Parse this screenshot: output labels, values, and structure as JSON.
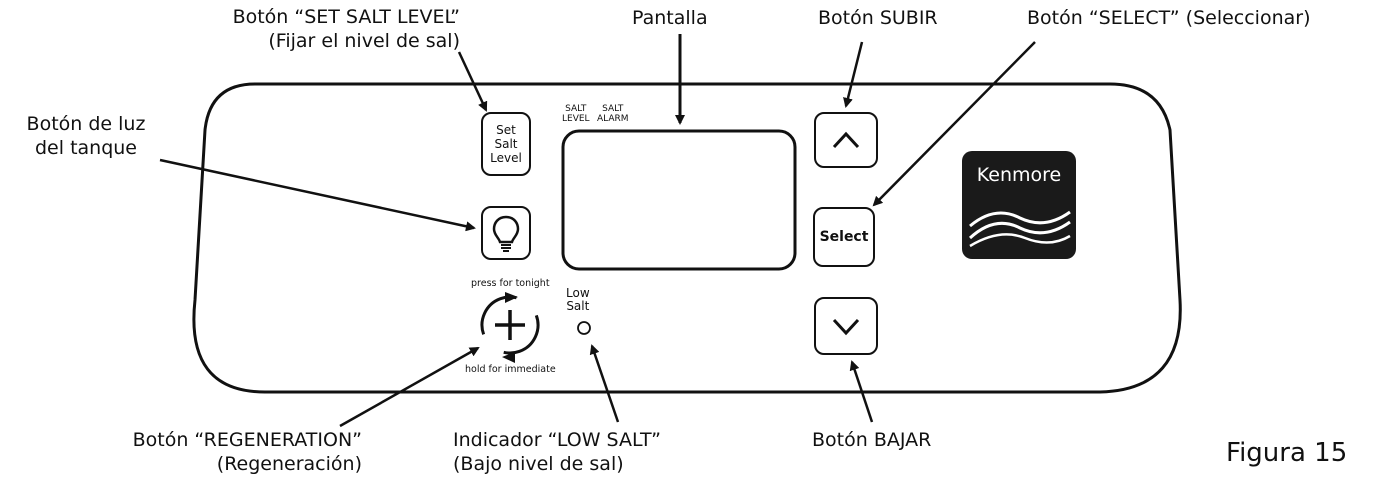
{
  "callouts": {
    "set_salt_level": [
      "Botón “SET SALT LEVEL”",
      "(Fijar el nivel de sal)"
    ],
    "display": "Pantalla",
    "up": "Botón SUBIR",
    "select": "Botón “SELECT” (Seleccionar)",
    "tank_light": [
      "Botón de luz",
      "del tanque"
    ],
    "regeneration": [
      "Botón “REGENERATION”",
      "(Regeneración)"
    ],
    "low_salt": [
      "Indicador “LOW SALT”",
      "(Bajo nivel de sal)"
    ],
    "down": "Botón BAJAR"
  },
  "panel": {
    "set_salt_button": [
      "Set",
      "Salt",
      "Level"
    ],
    "display_labels": [
      "SALT LEVEL",
      "SALT ALARM"
    ],
    "display_label_lines": {
      "salt_level": [
        "SALT",
        "LEVEL"
      ],
      "salt_alarm": [
        "SALT",
        "ALARM"
      ]
    },
    "press_for_tonight": "press for tonight",
    "hold_for_immediate": "hold for immediate",
    "low_salt": [
      "Low",
      "Salt"
    ],
    "select_button": "Select",
    "brand": "Kenmore"
  },
  "icons": {
    "up": "chevron-up-icon",
    "down": "chevron-down-icon",
    "light": "light-bulb-icon",
    "regeneration": "regeneration-plus-icon",
    "indicator": "led-indicator-icon"
  },
  "figure_label": "Figura 15"
}
